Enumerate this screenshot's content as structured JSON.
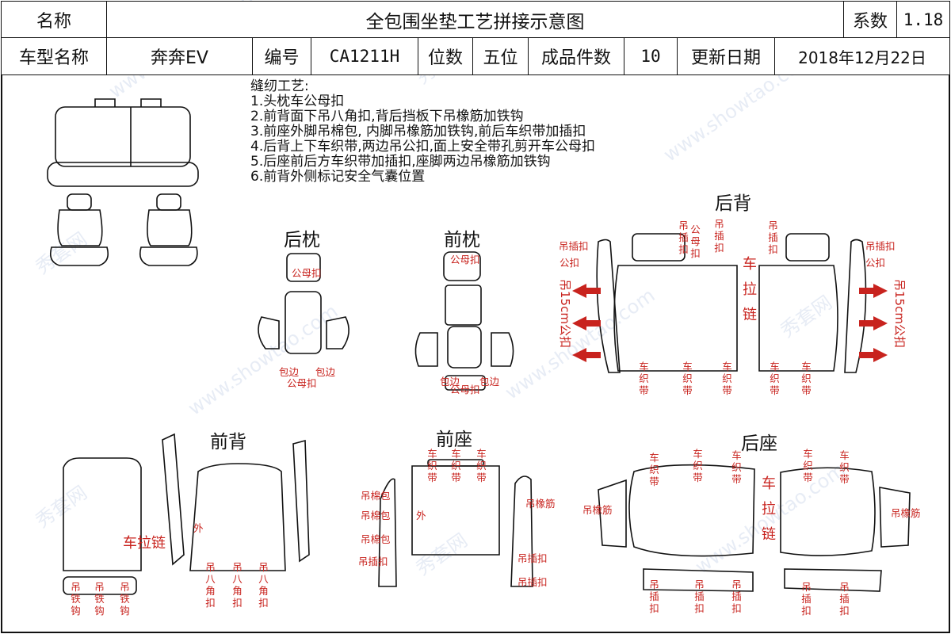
{
  "header": {
    "name_label": "名称",
    "title": "全包围坐垫工艺拼接示意图",
    "coef_label": "系数",
    "coef_value": "1.18",
    "car_model_label": "车型名称",
    "car_model_value": "奔奔EV",
    "code_label": "编号",
    "code_value": "CA1211H",
    "seats_label": "位数",
    "seats_value": "五位",
    "pieces_label": "成品件数",
    "pieces_value": "10",
    "update_label": "更新日期",
    "update_value": "2018年12月22日"
  },
  "process": {
    "title": "缝纫工艺:",
    "steps": [
      "1.头枕车公母扣",
      "2.前背面下吊八角扣,背后挡板下吊橡筋加铁钩",
      "3.前座外脚吊棉包, 内脚吊橡筋加铁钩,前后车织带加插扣",
      "4.后背上下车织带,两边吊公扣,面上安全带孔剪开车公母扣",
      "5.后座前后方车织带加插扣,座脚两边吊橡筋加铁钩",
      "6.前背外侧标记安全气囊位置"
    ]
  },
  "sections": {
    "rear_headrest": "后枕",
    "front_headrest": "前枕",
    "rear_back": "后背",
    "front_back": "前背",
    "front_seat": "前座",
    "rear_seat": "后座"
  },
  "labels": {
    "gong_mu_kou": "公母扣",
    "bao_bian": "包边",
    "diao_cha_kou": "吊插扣",
    "gong_kou": "公扣",
    "gong_mu_kou_v": "公母扣",
    "diao_15cm": "吊15cm公扣",
    "che_la_lian": "车拉链",
    "che_zhi_dai": "车织带",
    "diao_tie_gou": "吊铁钩",
    "diao_ba_jiao_kou": "吊八角扣",
    "wai": "外",
    "diao_mian_bao": "吊棉包",
    "diao_xiang_jin": "吊橡筋"
  },
  "watermark": {
    "cn": "秀套网",
    "en": "www.showtao.com"
  },
  "colors": {
    "annotation": "#c8231e",
    "outline": "#111111"
  }
}
